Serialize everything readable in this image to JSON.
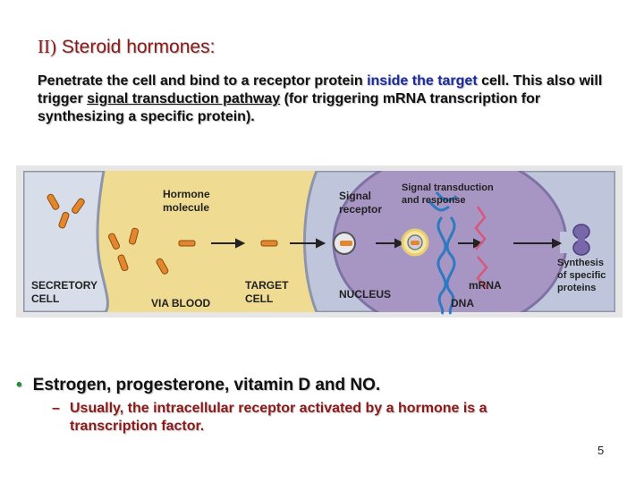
{
  "title": {
    "numeral": "II)",
    "text": "Steroid hormones:"
  },
  "paragraph": {
    "p1": "Penetrate the cell and bind to a receptor protein ",
    "p2": "inside the target",
    "p3": " cell. This also will trigger ",
    "p4": "signal transduction pathway",
    "p5": " (for triggering mRNA transcription for synthesizing a specific protein)."
  },
  "diagram": {
    "hormone_molecule_1": "Hormone",
    "hormone_molecule_2": "molecule",
    "signal_receptor_1": "Signal",
    "signal_receptor_2": "receptor",
    "signal_transduction_1": "Signal transduction",
    "signal_transduction_2": "and response",
    "synthesis_1": "Synthesis",
    "synthesis_2": "of specific",
    "synthesis_3": "proteins",
    "secretory_1": "SECRETORY",
    "secretory_2": "CELL",
    "via_blood": "VIA BLOOD",
    "target_1": "TARGET",
    "target_2": "CELL",
    "nucleus": "NUCLEUS",
    "mrna": "mRNA",
    "dna": "DNA",
    "colors": {
      "background": "#efdc92",
      "secretory_cell": "#d7dde9",
      "target_cell": "#bfc6dc",
      "nucleus": "#a795c3",
      "hormone": "#e3862c",
      "dna": "#2e79bf",
      "mrna": "#d8577a",
      "protein": "#7867ab"
    }
  },
  "bullet": {
    "marker": "•",
    "text": "Estrogen, progesterone, vitamin D and NO."
  },
  "sub_bullet": {
    "marker": "–",
    "text": "Usually, the intracellular receptor activated by a hormone is a transcription factor."
  },
  "page_number": "5"
}
